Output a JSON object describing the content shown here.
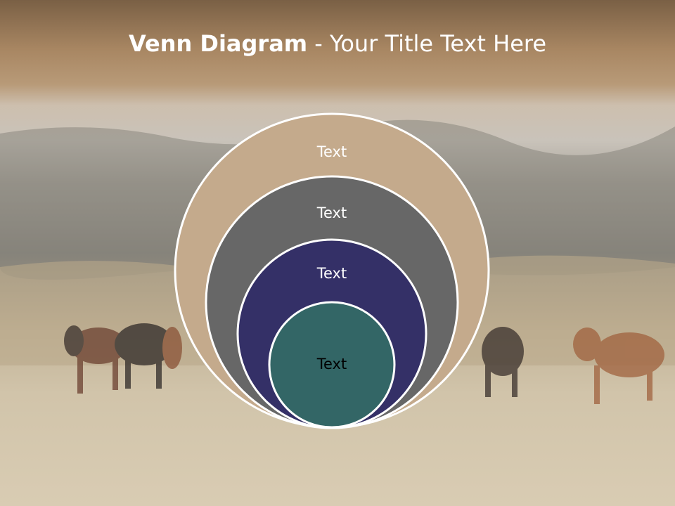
{
  "title": {
    "bold": "Venn Diagram",
    "rest": " - Your Title Text Here"
  },
  "diagram": {
    "circles": [
      {
        "label": "Text",
        "fill": "#c4aa8c",
        "text_color": "#ffffff"
      },
      {
        "label": "Text",
        "fill": "#676767",
        "text_color": "#ffffff"
      },
      {
        "label": "Text",
        "fill": "#343067",
        "text_color": "#ffffff"
      },
      {
        "label": "Text",
        "fill": "#336666",
        "text_color": "#000000"
      }
    ],
    "outline_color": "#ffffff"
  }
}
